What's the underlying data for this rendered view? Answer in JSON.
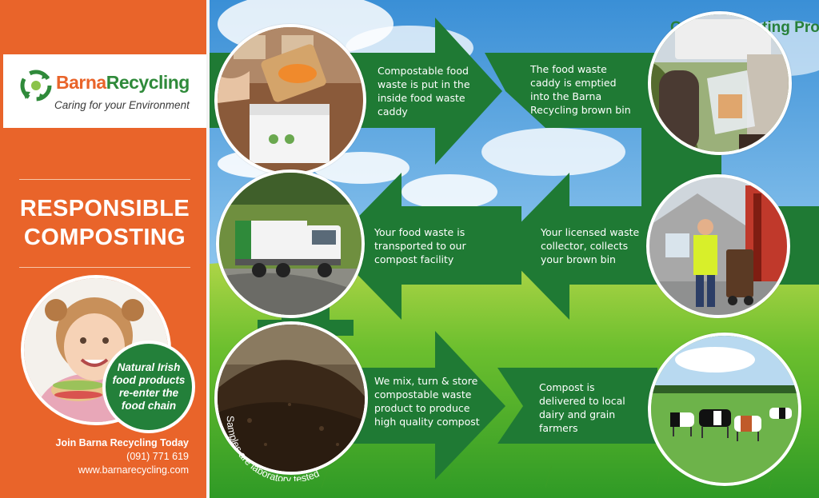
{
  "brand": {
    "name_part1": "Barna",
    "name_part2": "Recycling",
    "tagline": "Caring for your Environment",
    "colors": {
      "orange": "#e9642a",
      "green": "#23803a"
    }
  },
  "headline": {
    "line1": "RESPONSIBLE",
    "line2": "COMPOSTING"
  },
  "food_bubble": "Natural Irish food products re-enter the food chain",
  "contact": {
    "cta": "Join Barna Recycling Today",
    "phone": "(091) 771 619",
    "website": "www.barnarecycling.com"
  },
  "process": {
    "title": "Our Composting Process",
    "steps": [
      {
        "id": 1,
        "text": "Compostable food waste is put in the inside food waste caddy",
        "image": "food-scraps-into-caddy"
      },
      {
        "id": 2,
        "text": "The food waste caddy is emptied into the Barna Recycling brown bin",
        "image": "caddy-emptied-into-bin"
      },
      {
        "id": 3,
        "text": "Your licensed waste collector, collects your brown bin",
        "image": "bin-collection"
      },
      {
        "id": 4,
        "text": "Your food waste is transported to our compost facility",
        "image": "recycling-truck"
      },
      {
        "id": 5,
        "text": "We mix, turn & store compostable waste product to produce high quality compost",
        "image": "compost-pile"
      },
      {
        "id": 6,
        "text": "Compost is delivered to local dairy and grain farmers",
        "image": "dairy-cows"
      }
    ],
    "lab_note": "Samples are laboratory tested"
  }
}
